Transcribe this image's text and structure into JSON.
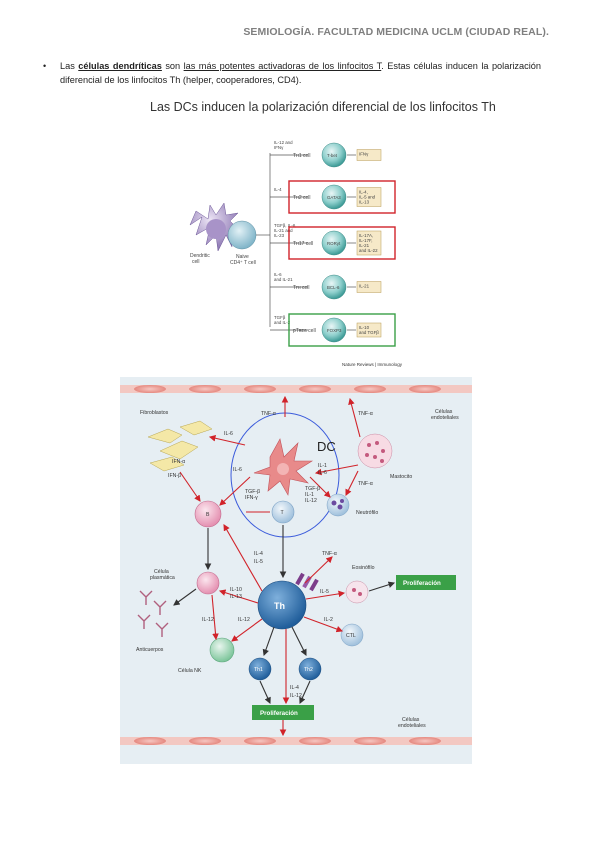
{
  "header": {
    "title": "SEMIOLOGÍA. FACULTAD MEDICINA UCLM (CIUDAD REAL)."
  },
  "paragraph": {
    "bullet": "•",
    "prefix": "Las ",
    "term": "células dendríticas",
    "mid": " son ",
    "emph": "las más potentes activadoras de los linfocitos T",
    "suffix": ". Estas células inducen la polarización diferencial de los linfocitos Th (helper, cooperadores, CD4)."
  },
  "figure1": {
    "title": "Las DCs inducen la polarización diferencial de los linfocitos Th",
    "left_labels": {
      "dendritic": "Dendritic",
      "dendritic2": "cell",
      "naive": "Naive",
      "naive2": "CD4⁺ T cell"
    },
    "branches": [
      {
        "signal": [
          "IL-12 and",
          "IFNγ"
        ],
        "cell": "Tʜ1 cell",
        "tf": "T-bet",
        "out": [
          "IFNγ"
        ],
        "boxed": ""
      },
      {
        "signal": [
          "IL-4"
        ],
        "cell": "Tʜ2 cell",
        "tf": "GATA3",
        "out": [
          "IL-4,",
          "IL-5 and",
          "IL-13"
        ],
        "boxed": "red"
      },
      {
        "signal": [
          "TGFβ, IL-6,",
          "IL-21 and",
          "IL-23"
        ],
        "cell": "Tʜ17 cell",
        "tf": "RORγt",
        "out": [
          "IL-17A,",
          "IL-17F,",
          "IL-21",
          "and IL-22"
        ],
        "boxed": "red"
      },
      {
        "signal": [
          "IL-6",
          "and IL-21"
        ],
        "cell": "Tғʜ cell",
        "tf": "BCL-6",
        "out": [
          "IL-21"
        ],
        "boxed": ""
      },
      {
        "signal": [
          "TGFβ",
          "and IL-2"
        ],
        "cell": "pTʀᴇɢ cell",
        "tf": "FOXP3",
        "out": [
          "IL-10",
          "and TGFβ"
        ],
        "boxed": "green"
      }
    ],
    "source": "Nature Reviews | Immunology"
  },
  "figure2": {
    "dc": "DC",
    "th": "Th",
    "t": "T",
    "b": "B",
    "th1": "Th1",
    "th2": "Th2",
    "ctl": "CTL",
    "labels": {
      "fibroblastos": "Fibroblastos",
      "celulas_endoteliales_top": [
        "Células",
        "endoteliales"
      ],
      "mastocito": "Mastocito",
      "neutrofilo": "Neutrófilo",
      "eosinofilo": "Eosinófilo",
      "celula_plasmatica": [
        "Célula",
        "plasmática"
      ],
      "anticuerpos": "Anticuerpos",
      "celula_nk": "Célula NK",
      "celulas_endoteliales_bottom": [
        "Células",
        "endoteliales"
      ],
      "proliferacion_right": "Proliferación",
      "proliferacion_bottom": "Proliferación"
    },
    "cytokines": {
      "tnf_top": "TNF-α",
      "tnf_top2": "TNF-α",
      "il6_left": "IL-6",
      "il6_inner": "IL-6",
      "ifn_a": "IFN-α",
      "ifn_b": "IFN-β",
      "il1": "IL-1",
      "il6_right": "IL-6",
      "tnf_mast": "TNF-α",
      "tgf": "TGF-β",
      "ifn_g": "IFN-γ",
      "tgf2": "TGF-β",
      "il1b": "IL-1",
      "il12": "IL-12",
      "il4": "IL-4",
      "il5": "IL-5",
      "tnf_eos": "TNF-α",
      "il10": "IL-10",
      "il13": "IL-13",
      "il5b": "IL-5",
      "il12b": "IL-12",
      "il12c": "IL-12",
      "il2": "IL-2",
      "il4b": "IL-4",
      "il12d": "IL-12"
    },
    "colors": {
      "arrow": "#d1232a",
      "prolif": "#3aa047",
      "circle": "#3b5bdb",
      "background": "#e6eef3"
    }
  }
}
